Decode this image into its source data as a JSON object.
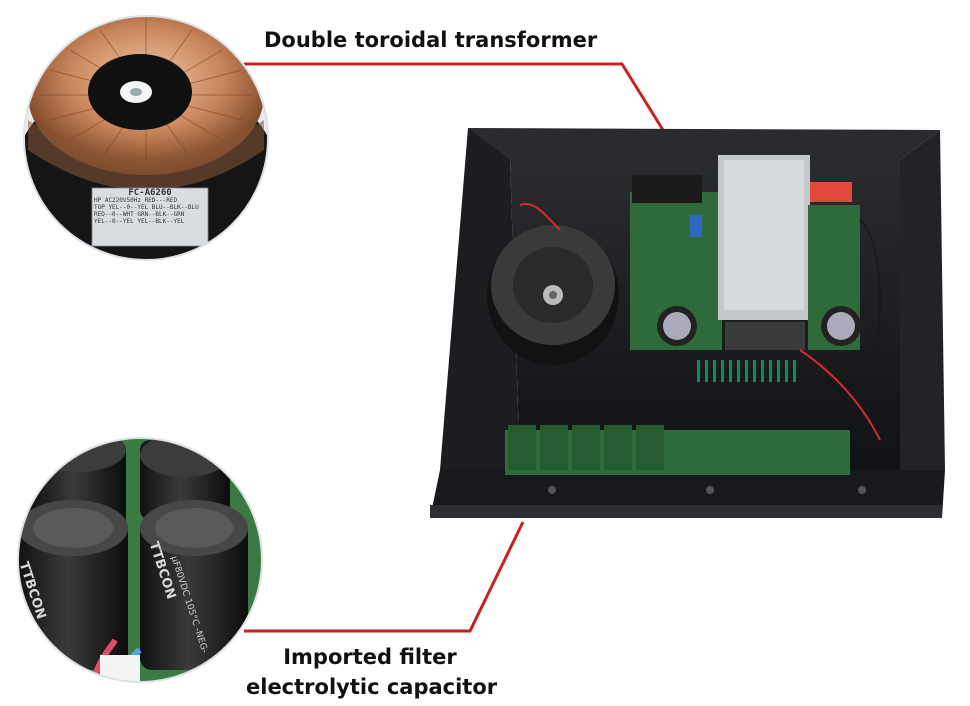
{
  "callouts": {
    "transformer_label": "Double toroidal transformer",
    "capacitor_label_line1": "Imported filter",
    "capacitor_label_line2": "electrolytic capacitor"
  },
  "transformer_sticker": {
    "model": "FC-A6260",
    "line1": "HP AC220V50Hz  RED---RED",
    "line2": "TOP YEL--0--YEL  BLU--BLK--BLU",
    "line3": "RED--0--WHT  GRN--BLK--GRN",
    "line4": "YEL--0--YEL  YEL--BLK--YEL"
  },
  "capacitor_print": {
    "brand": "TTBCON",
    "rating": "µF80VDC",
    "temp": "105°C",
    "neg": "-NEG-"
  },
  "colors": {
    "leader_line": "#cc1f1f",
    "chassis": "#1b1c1f",
    "pcb_green": "#2f6b3a",
    "copper": "#b9744a"
  }
}
